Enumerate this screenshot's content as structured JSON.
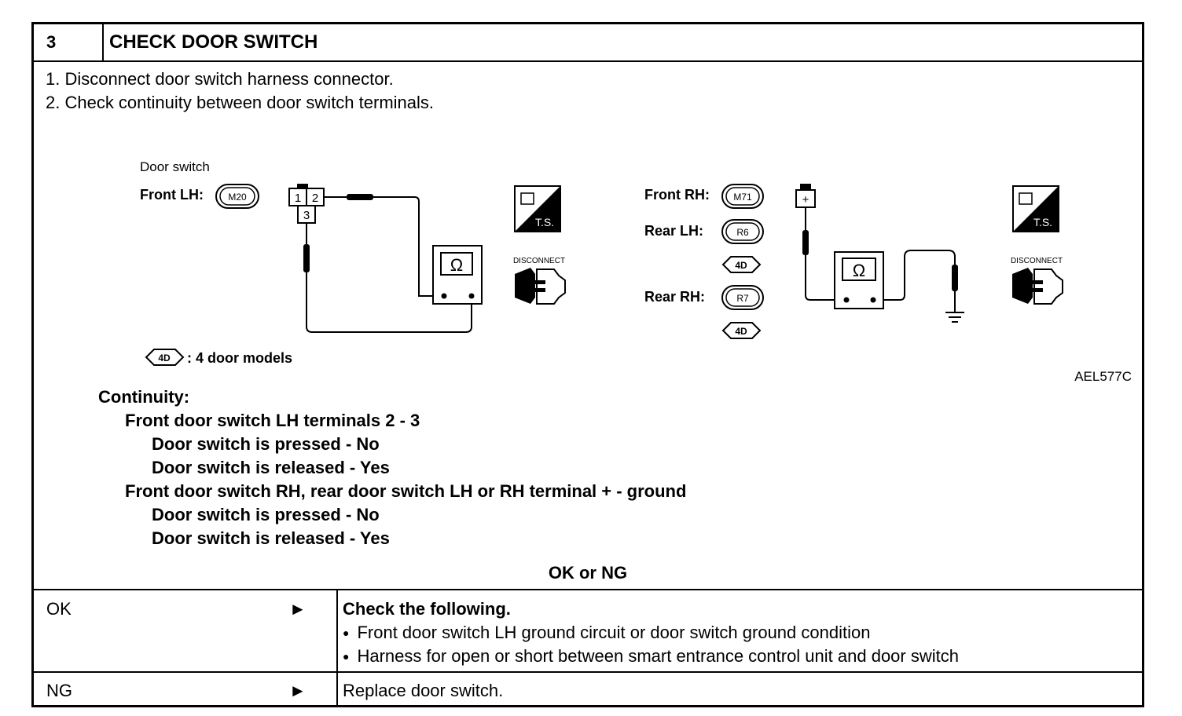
{
  "step": {
    "number": "3",
    "title": "CHECK DOOR SWITCH"
  },
  "instructions": [
    "1.  Disconnect door switch harness connector.",
    "2.  Check continuity between door switch terminals."
  ],
  "diagram": {
    "door_switch_label": "Door switch",
    "front_lh_label": "Front LH:",
    "front_lh_connector": "M20",
    "terminals": [
      "1",
      "2",
      "3"
    ],
    "front_rh_label": "Front RH:",
    "front_rh_connector": "M71",
    "rear_lh_label": "Rear LH:",
    "rear_lh_connector": "R6",
    "rear_rh_label": "Rear RH:",
    "rear_rh_connector": "R7",
    "badge_4d": "4D",
    "legend_text": ": 4 door models",
    "plus_terminal": "+",
    "ohm": "Ω",
    "ts_label": "T.S.",
    "disconnect_label": "DISCONNECT",
    "figure_code": "AEL577C"
  },
  "continuity": {
    "heading": "Continuity:",
    "lines": [
      "Front door switch LH terminals 2 - 3",
      "Door switch is pressed - No",
      "Door switch is released - Yes",
      "Front door switch RH, rear door switch LH or RH terminal + - ground",
      "Door switch is pressed - No",
      "Door switch is released - Yes"
    ]
  },
  "decision": "OK or NG",
  "results": {
    "ok": {
      "label": "OK",
      "arrow": "►",
      "heading": "Check the following.",
      "items": [
        "Front door switch LH ground circuit or door switch ground condition",
        "Harness for open or short between smart entrance control unit and door switch"
      ],
      "bullet": "●"
    },
    "ng": {
      "label": "NG",
      "arrow": "►",
      "text": "Replace door switch."
    }
  }
}
